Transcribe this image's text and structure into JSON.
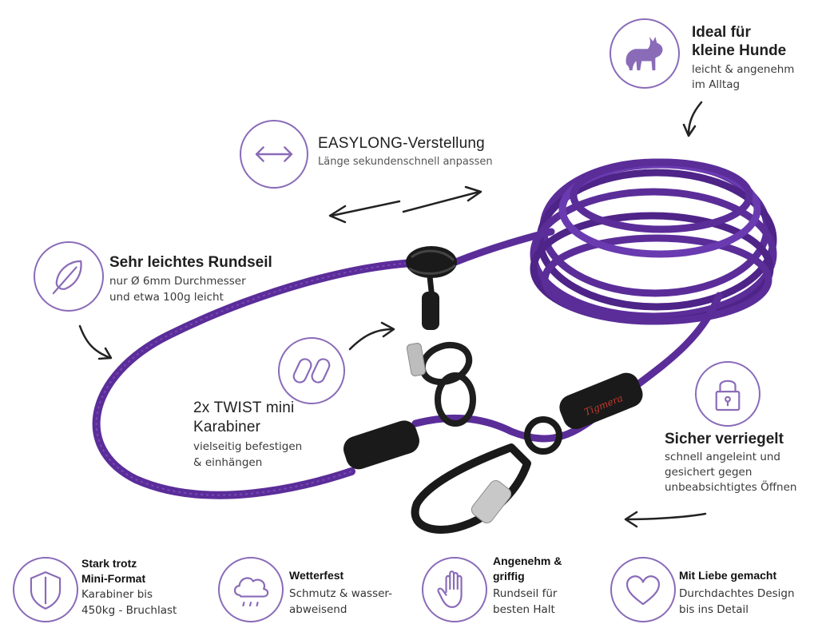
{
  "features": {
    "small_dogs": {
      "title_line1": "Ideal für",
      "title_line2": "kleine Hunde",
      "desc_line1": "leicht & angenehm",
      "desc_line2": "im Alltag"
    },
    "easylong": {
      "title": "EASYLONG-Verstellung",
      "desc": "Länge sekundenschnell anpassen"
    },
    "rope": {
      "title": "Sehr leichtes Rundseil",
      "desc_line1": "nur Ø 6mm Durchmesser",
      "desc_line2": "und etwa 100g leicht"
    },
    "twist": {
      "title_line1": "2x TWIST mini",
      "title_line2": "Karabiner",
      "desc_line1": "vielseitig befestigen",
      "desc_line2": "& einhängen"
    },
    "secure": {
      "title": "Sicher verriegelt",
      "desc_line1": "schnell angeleint und",
      "desc_line2": "gesichert gegen",
      "desc_line3": "unbeabsichtigtes Öffnen"
    }
  },
  "bottom": [
    {
      "title_line1": "Stark trotz",
      "title_line2": "Mini-Format",
      "desc_line1": "Karabiner bis",
      "desc_line2": "450kg - Bruchlast",
      "icon": "shield-icon"
    },
    {
      "title_line1": "Wetterfest",
      "desc_line1": "Schmutz & wasser-",
      "desc_line2": "abweisend",
      "icon": "rain-cloud-icon"
    },
    {
      "title_line1": "Angenehm &",
      "title_line2": "griffig",
      "desc_line1": "Rundseil für",
      "desc_line2": "besten Halt",
      "icon": "hand-icon"
    },
    {
      "title_line1": "Mit Liebe gemacht",
      "desc_line1": "Durchdachtes Design",
      "desc_line2": "bis ins Detail",
      "icon": "heart-icon"
    }
  ],
  "brand_label": "Tigmera",
  "colors": {
    "accent": "#8a6bb8",
    "rope": "#5b2d99",
    "rope_dark": "#3e1a70"
  }
}
